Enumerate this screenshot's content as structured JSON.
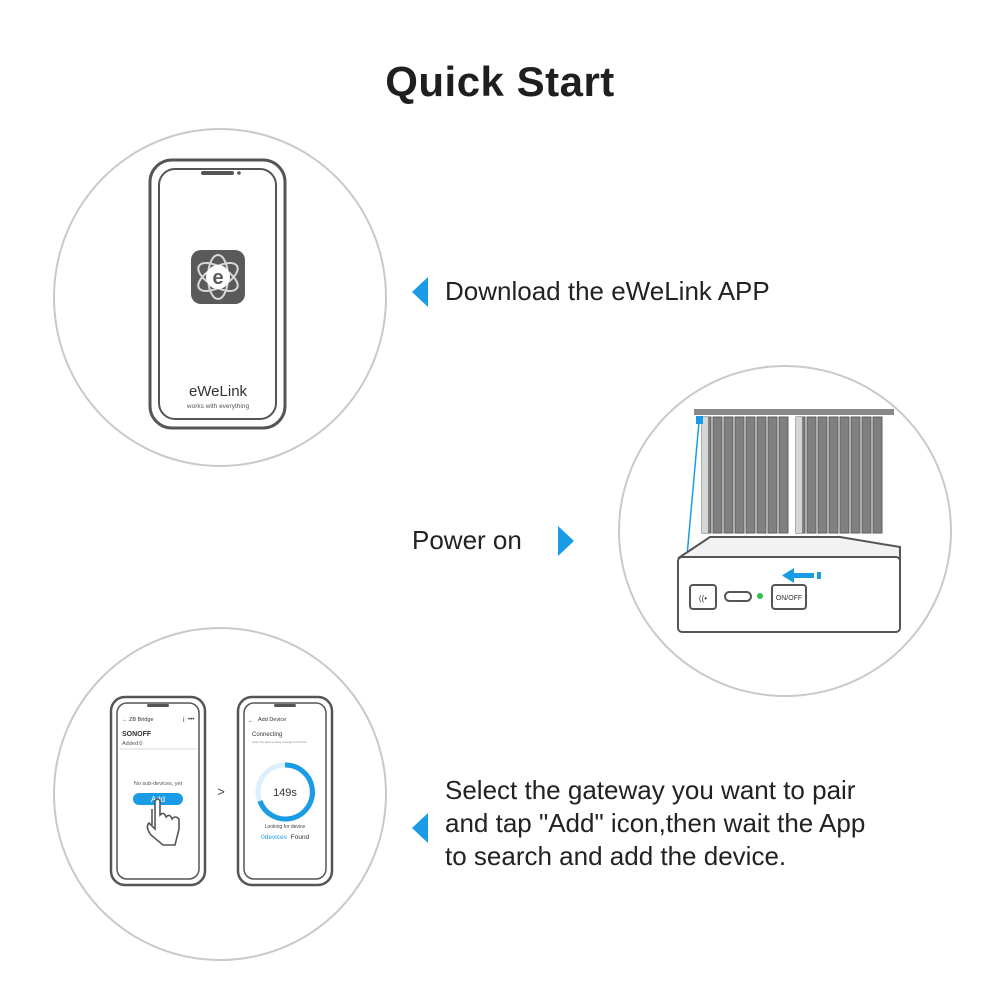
{
  "title": "Quick Start",
  "steps": [
    {
      "text": "Download the eWeLink APP"
    },
    {
      "text": "Power on"
    },
    {
      "lines": [
        "Select the gateway you want to pair",
        "and tap \"Add\" icon,then wait the App",
        "to search and add the device."
      ]
    }
  ],
  "phone1": {
    "app_name": "eWeLink",
    "tagline": "works with everything",
    "logo_letter": "e"
  },
  "device": {
    "button_label": "ON/OFF",
    "pair_icon_label": "((•"
  },
  "phone_a": {
    "back_title": "← ZB Bridge",
    "brand": "SONOFF",
    "subtitle": "Added:0",
    "empty_text": "No sub-devices, yet",
    "add_label": "Add"
  },
  "phone_b": {
    "header": "Add Device",
    "status": "Connecting",
    "hint": "Keep the device close enough to the hub",
    "countdown": "149s",
    "looking": "Looking for device",
    "found_count": "0devices",
    "found_label": "Found"
  },
  "arrow_between": ">",
  "colors": {
    "accent": "#1a9be6",
    "outline": "#4a4a4a",
    "circle": "#c9c9c9"
  }
}
